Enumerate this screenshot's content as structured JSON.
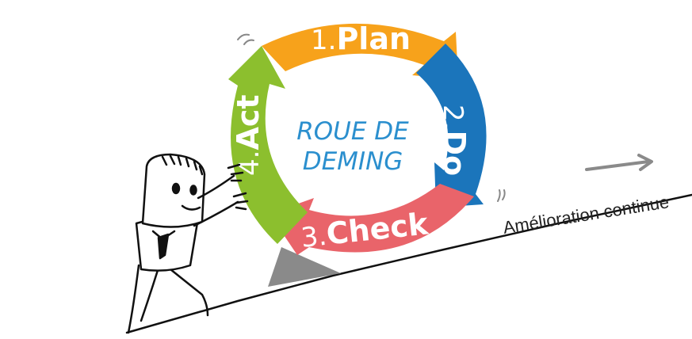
{
  "wheel": {
    "center_title_line1": "ROUE DE",
    "center_title_line2": "DEMING",
    "steps": [
      {
        "number": "1.",
        "word": "Plan",
        "color": "#f7a21b"
      },
      {
        "number": "2.",
        "word": "Do",
        "color": "#1b75bb"
      },
      {
        "number": "3.",
        "word": "Check",
        "color": "#e9646a"
      },
      {
        "number": "4.",
        "word": "Act",
        "color": "#8cbf2e"
      }
    ],
    "center_text_color": "#2b8fce",
    "wedge_color": "#8a8a8a"
  },
  "slope": {
    "label": "Amélioration continue",
    "arrow_color": "#8a8a8a",
    "line_color": "#111111"
  },
  "character": {
    "outline_color": "#111111"
  }
}
